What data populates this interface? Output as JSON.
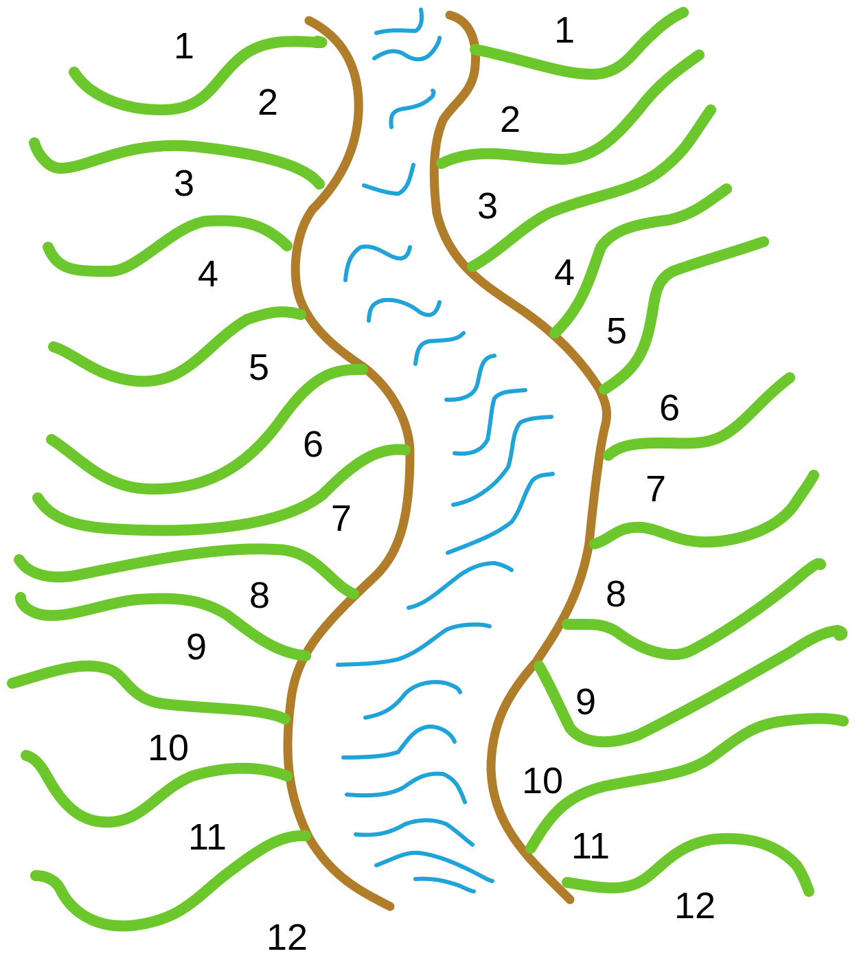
{
  "colors": {
    "bank": "#b07e2a",
    "stream": "#6cc72c",
    "water": "#1fa3d8",
    "label": "#000000",
    "background": "#ffffff"
  },
  "left_bank": {
    "labels": [
      "1",
      "2",
      "3",
      "4",
      "5",
      "6",
      "7",
      "8",
      "9",
      "10",
      "11",
      "12"
    ]
  },
  "right_bank": {
    "labels": [
      "1",
      "2",
      "3",
      "4",
      "5",
      "6",
      "7",
      "8",
      "9",
      "10",
      "11",
      "12"
    ]
  }
}
